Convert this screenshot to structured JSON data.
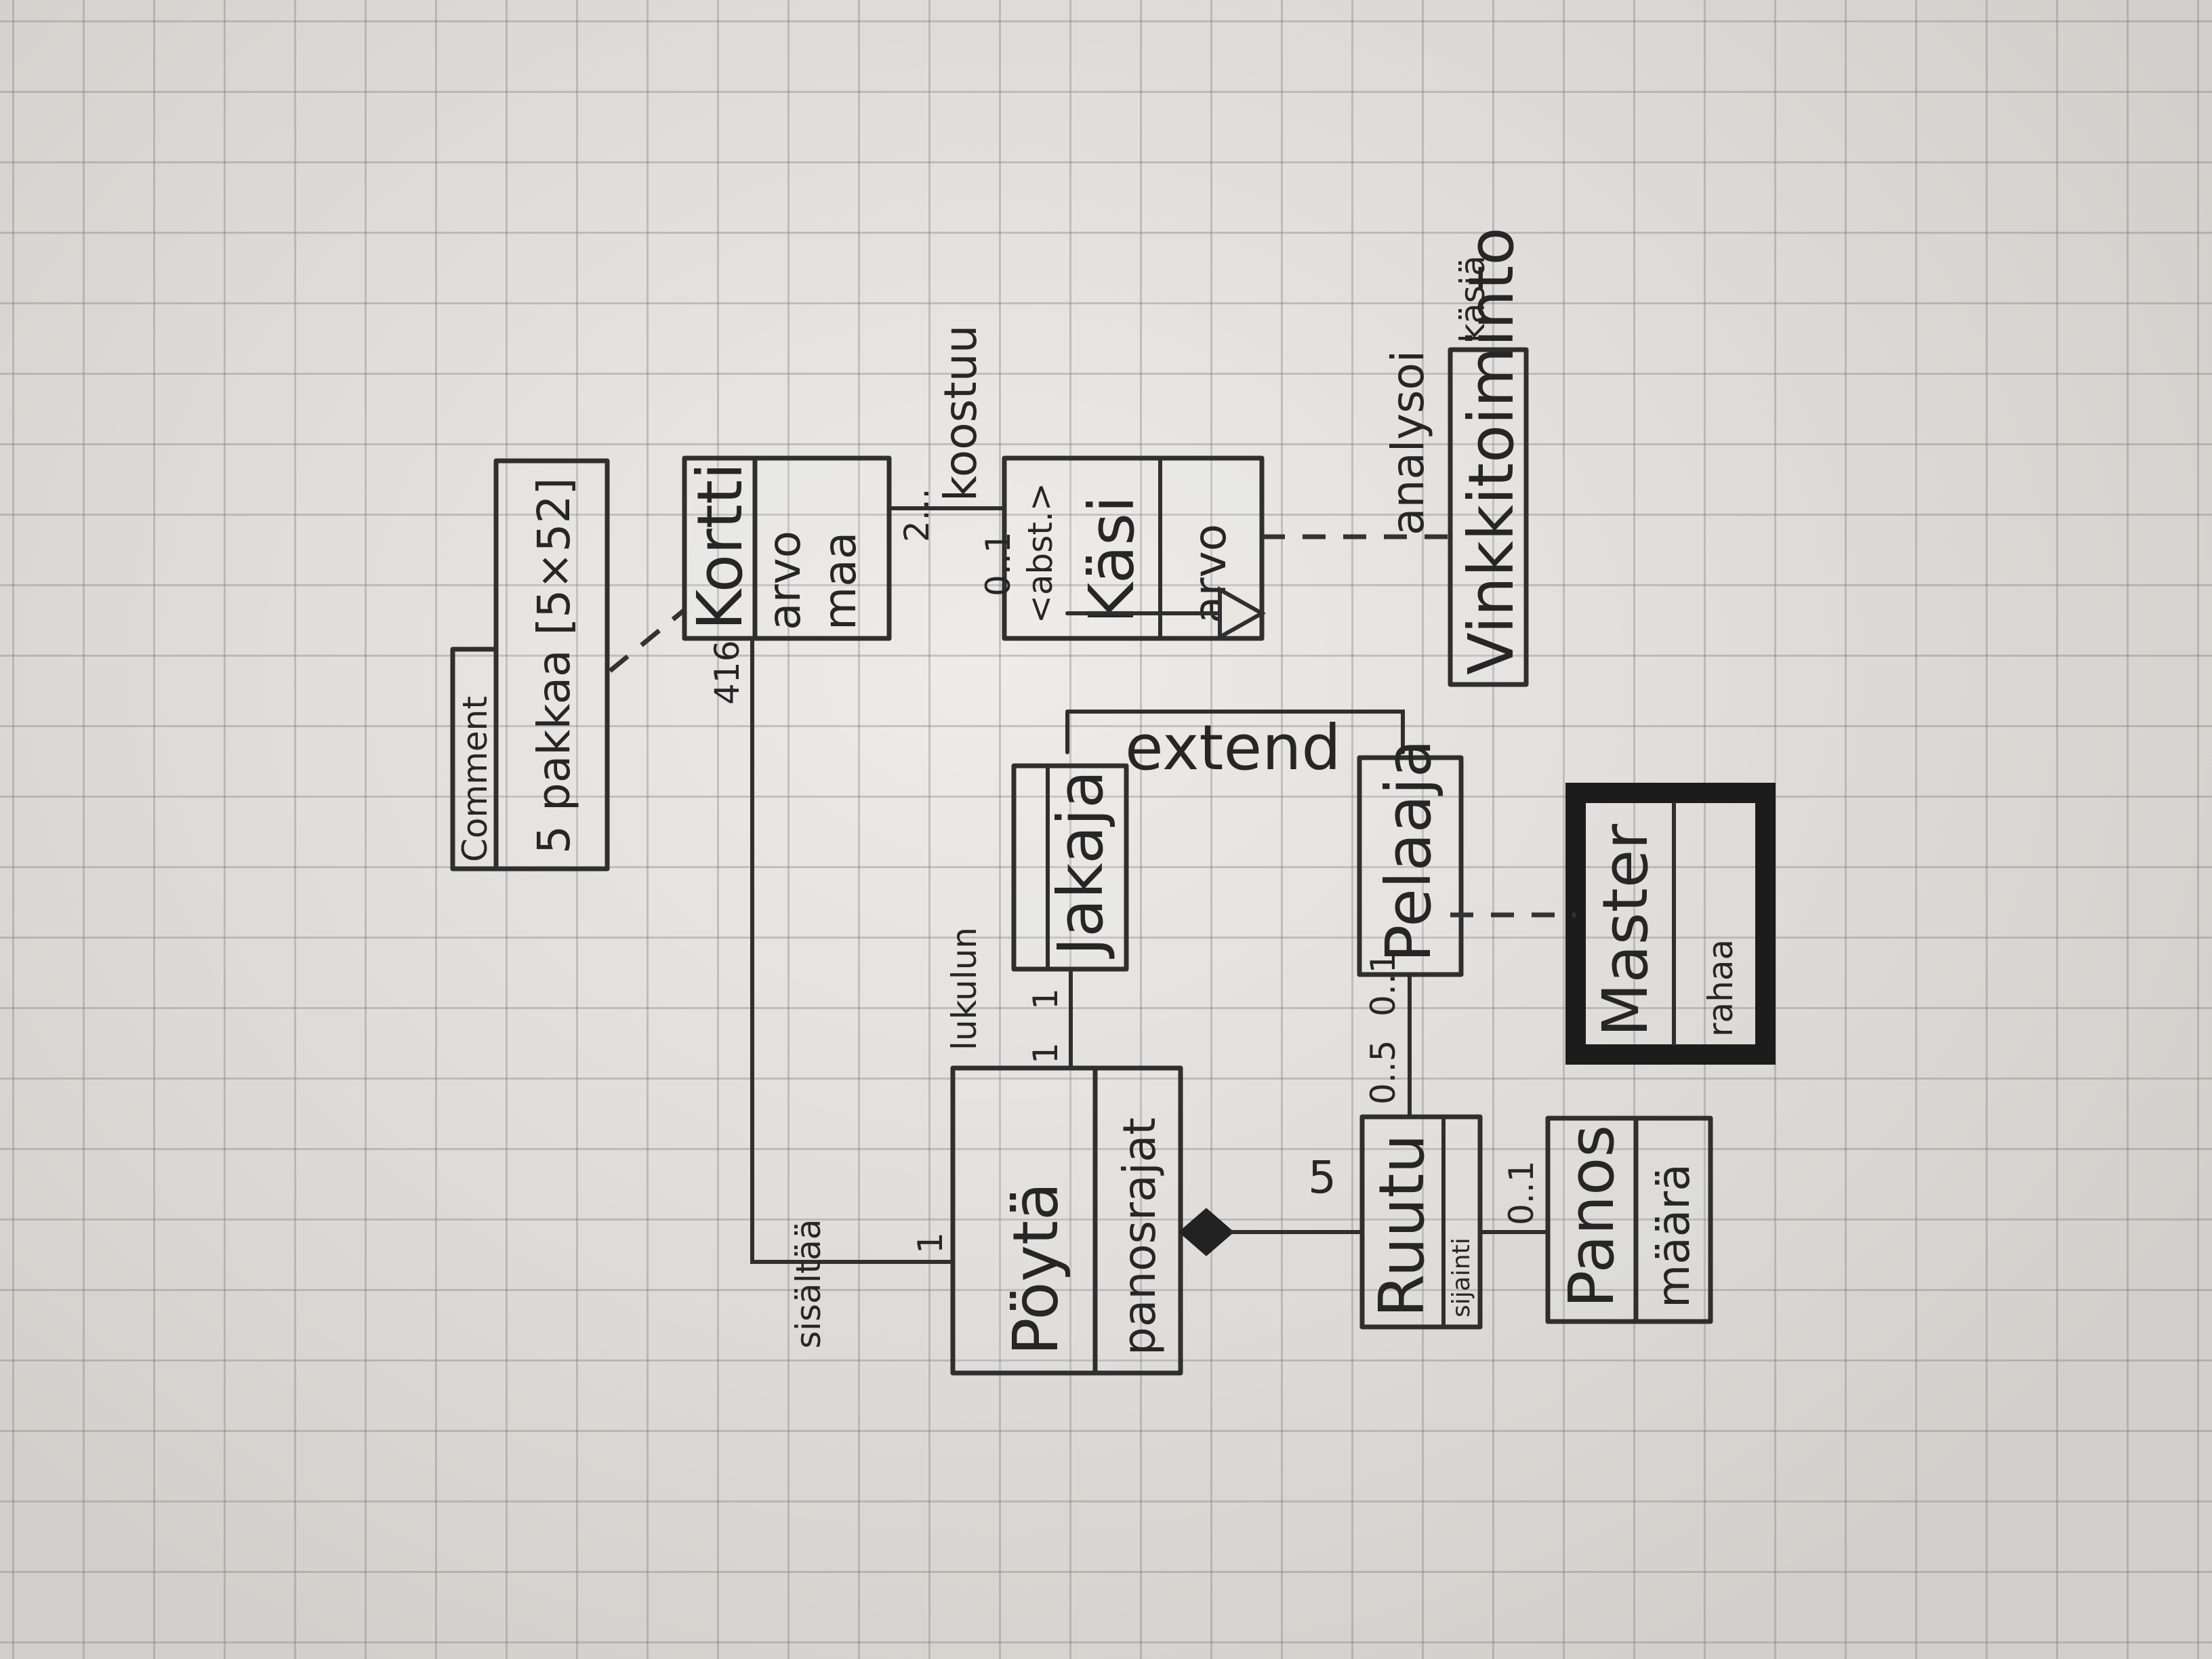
{
  "comment": {
    "header": "Comment",
    "body": "5 pakkaa [5×52]"
  },
  "classes": {
    "kortti": {
      "name": "Kortti",
      "attrs": [
        "arvo",
        "maa"
      ]
    },
    "kasi": {
      "stereotype": "<abst.>",
      "name": "Käsi",
      "attrs": [
        "arvo"
      ]
    },
    "vinkkitoiminto": {
      "name": "Vinkkitoiminto"
    },
    "jakaja": {
      "name": "Jakaja"
    },
    "pelaaja": {
      "name": "Pelaaja"
    },
    "master": {
      "name": "Master",
      "attrs": [
        "rahaa"
      ]
    },
    "poyta": {
      "name": "Pöytä",
      "attrs": [
        "panosrajat"
      ]
    },
    "ruutu": {
      "name": "Ruutu",
      "attrs": [
        "sijainti"
      ]
    },
    "panos": {
      "name": "Panos",
      "attrs": [
        "määrä"
      ]
    }
  },
  "relations": {
    "koostuu": "koostuu",
    "analysoi": "analysoi",
    "kasis": "käsiä",
    "extend": "extend",
    "lukulun": "lukulun",
    "sisaltaa": "sisältää"
  },
  "multiplicities": {
    "kortti_koostuu": "2...",
    "kasi_koostuu": "0..1",
    "kortti_poyta": "416",
    "poyta_kortti": "1",
    "jakaja_poyta": "1",
    "poyta_jakaja": "1",
    "ruutu_poyta": "5",
    "ruutu_pelaaja_1": "0..5",
    "ruutu_pelaaja_2": "0..1",
    "ruutu_panos": "0..1"
  },
  "colors": {
    "ink": "#2f2f2f",
    "paper": "#e4e2dd",
    "grid": "#78787d"
  }
}
